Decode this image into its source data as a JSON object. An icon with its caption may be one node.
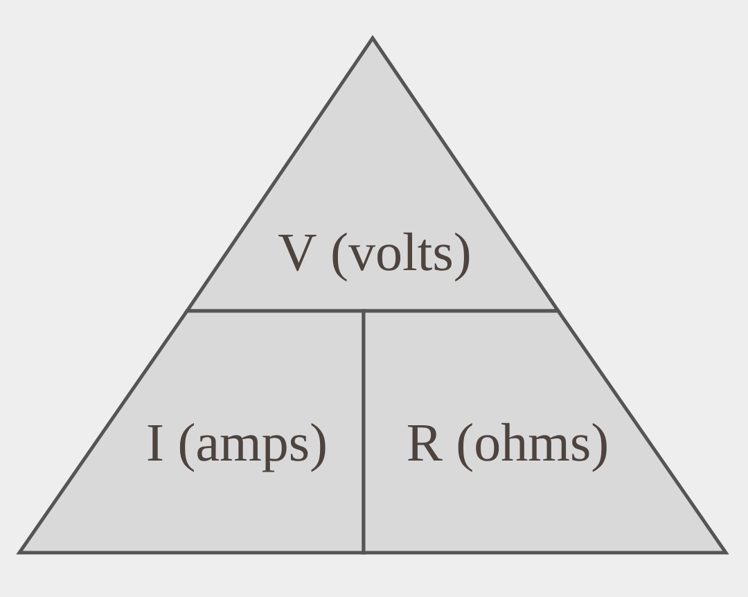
{
  "diagram": {
    "nodes": [
      {
        "text": [
          "V (volts)"
        ]
      },
      {
        "text": [
          "I (amps)"
        ]
      },
      {
        "text": [
          "R (ohms)"
        ]
      }
    ]
  }
}
